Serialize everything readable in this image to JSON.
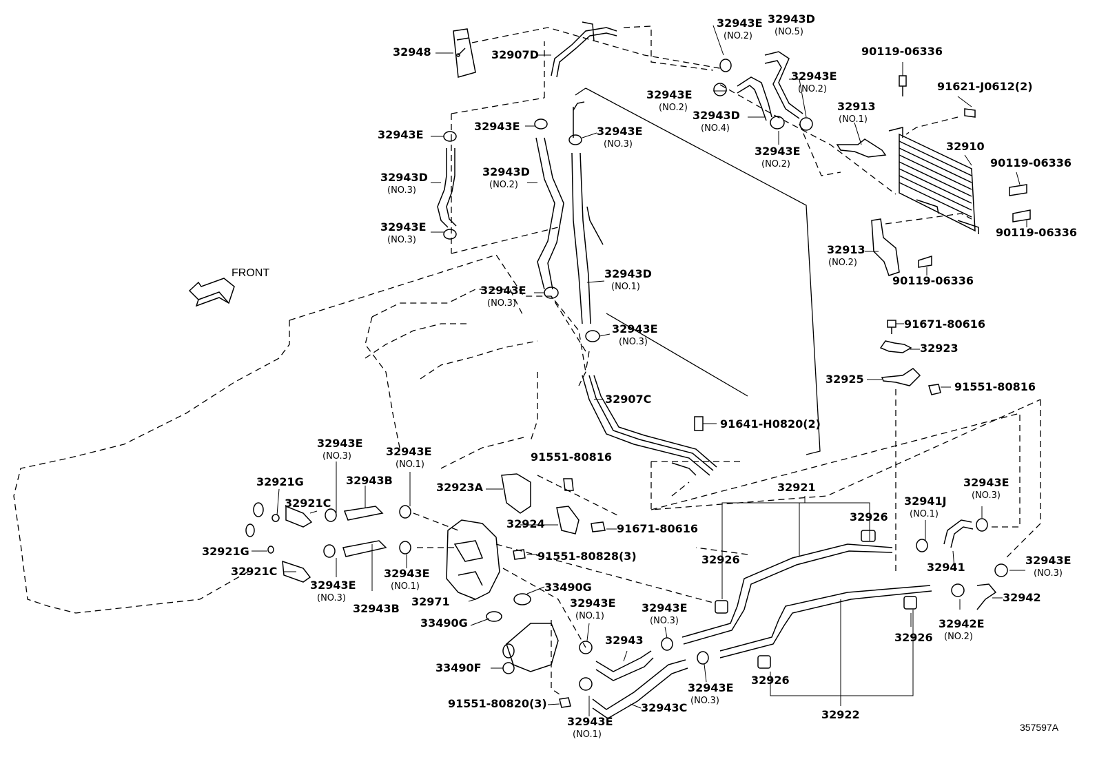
{
  "front_label": "FRONT",
  "diagram_code": "357597A",
  "labels": [
    {
      "id": "l1",
      "part": "32948",
      "sub": ""
    },
    {
      "id": "l2",
      "part": "32907D",
      "sub": ""
    },
    {
      "id": "l3",
      "part": "32943E",
      "sub": "(NO.2)"
    },
    {
      "id": "l4",
      "part": "32943D",
      "sub": "(NO.5)"
    },
    {
      "id": "l5",
      "part": "90119-06336",
      "sub": ""
    },
    {
      "id": "l6",
      "part": "32943E",
      "sub": "(NO.2)"
    },
    {
      "id": "l7",
      "part": "91621-J0612(2)",
      "sub": ""
    },
    {
      "id": "l8",
      "part": "32943E",
      "sub": "(NO.2)"
    },
    {
      "id": "l9",
      "part": "32913",
      "sub": "(NO.1)"
    },
    {
      "id": "l10",
      "part": "32943D",
      "sub": "(NO.4)"
    },
    {
      "id": "l11",
      "part": "32943E",
      "sub": ""
    },
    {
      "id": "l12",
      "part": "32943E",
      "sub": ""
    },
    {
      "id": "l13",
      "part": "32943E",
      "sub": "(NO.3)"
    },
    {
      "id": "l14",
      "part": "32943E",
      "sub": "(NO.2)"
    },
    {
      "id": "l15",
      "part": "32910",
      "sub": ""
    },
    {
      "id": "l16",
      "part": "90119-06336",
      "sub": ""
    },
    {
      "id": "l17",
      "part": "32943D",
      "sub": "(NO.3)"
    },
    {
      "id": "l18",
      "part": "32943D",
      "sub": "(NO.2)"
    },
    {
      "id": "l19",
      "part": "90119-06336",
      "sub": ""
    },
    {
      "id": "l20",
      "part": "32943E",
      "sub": "(NO.3)"
    },
    {
      "id": "l21",
      "part": "32913",
      "sub": "(NO.2)"
    },
    {
      "id": "l22",
      "part": "90119-06336",
      "sub": ""
    },
    {
      "id": "l23",
      "part": "32943D",
      "sub": "(NO.1)"
    },
    {
      "id": "l24",
      "part": "32943E",
      "sub": "(NO.3)"
    },
    {
      "id": "l25",
      "part": "91671-80616",
      "sub": ""
    },
    {
      "id": "l26",
      "part": "32943E",
      "sub": "(NO.3)"
    },
    {
      "id": "l27",
      "part": "32923",
      "sub": ""
    },
    {
      "id": "l28",
      "part": "32925",
      "sub": ""
    },
    {
      "id": "l29",
      "part": "91551-80816",
      "sub": ""
    },
    {
      "id": "l30",
      "part": "32907C",
      "sub": ""
    },
    {
      "id": "l31",
      "part": "91641-H0820(2)",
      "sub": ""
    },
    {
      "id": "l32",
      "part": "32943E",
      "sub": "(NO.3)"
    },
    {
      "id": "l33",
      "part": "32943E",
      "sub": "(NO.1)"
    },
    {
      "id": "l34",
      "part": "91551-80816",
      "sub": ""
    },
    {
      "id": "l35",
      "part": "32921G",
      "sub": ""
    },
    {
      "id": "l36",
      "part": "32943B",
      "sub": ""
    },
    {
      "id": "l37",
      "part": "32923A",
      "sub": ""
    },
    {
      "id": "l38",
      "part": "32921",
      "sub": ""
    },
    {
      "id": "l39",
      "part": "32943E",
      "sub": "(NO.3)"
    },
    {
      "id": "l40",
      "part": "32921C",
      "sub": ""
    },
    {
      "id": "l41",
      "part": "32941J",
      "sub": "(NO.1)"
    },
    {
      "id": "l42",
      "part": "32926",
      "sub": ""
    },
    {
      "id": "l43",
      "part": "32924",
      "sub": ""
    },
    {
      "id": "l44",
      "part": "91671-80616",
      "sub": ""
    },
    {
      "id": "l45",
      "part": "32921G",
      "sub": ""
    },
    {
      "id": "l46",
      "part": "91551-80828(3)",
      "sub": ""
    },
    {
      "id": "l47",
      "part": "32926",
      "sub": ""
    },
    {
      "id": "l48",
      "part": "32941",
      "sub": ""
    },
    {
      "id": "l49",
      "part": "32943E",
      "sub": "(NO.3)"
    },
    {
      "id": "l50",
      "part": "32921C",
      "sub": ""
    },
    {
      "id": "l51",
      "part": "32943E",
      "sub": "(NO.1)"
    },
    {
      "id": "l52",
      "part": "33490G",
      "sub": ""
    },
    {
      "id": "l53",
      "part": "32943E",
      "sub": "(NO.3)"
    },
    {
      "id": "l54",
      "part": "32942",
      "sub": ""
    },
    {
      "id": "l55",
      "part": "32943B",
      "sub": ""
    },
    {
      "id": "l56",
      "part": "32971",
      "sub": ""
    },
    {
      "id": "l57",
      "part": "32943E",
      "sub": "(NO.1)"
    },
    {
      "id": "l58",
      "part": "32943E",
      "sub": "(NO.3)"
    },
    {
      "id": "l59",
      "part": "32942E",
      "sub": "(NO.2)"
    },
    {
      "id": "l60",
      "part": "33490G",
      "sub": ""
    },
    {
      "id": "l61",
      "part": "32943",
      "sub": ""
    },
    {
      "id": "l62",
      "part": "32926",
      "sub": ""
    },
    {
      "id": "l63",
      "part": "33490F",
      "sub": ""
    },
    {
      "id": "l64",
      "part": "32926",
      "sub": ""
    },
    {
      "id": "l65",
      "part": "32943E",
      "sub": "(NO.3)"
    },
    {
      "id": "l66",
      "part": "91551-80820(3)",
      "sub": ""
    },
    {
      "id": "l67",
      "part": "32943C",
      "sub": ""
    },
    {
      "id": "l68",
      "part": "32922",
      "sub": ""
    },
    {
      "id": "l69",
      "part": "32943E",
      "sub": "(NO.1)"
    }
  ]
}
